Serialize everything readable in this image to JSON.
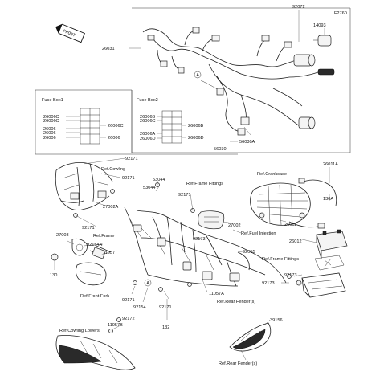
{
  "labels": {
    "p92072": "92072",
    "f2760": "F2760",
    "p14093": "14093",
    "p26031": "26031",
    "front": "FRONT",
    "fuse_box_1": "Fuse Box1",
    "fuse_box_2": "Fuse Box2",
    "fb1_26006c_a": "26006C",
    "fb1_26006c_b": "26006C",
    "fb1_26006_a": "26006",
    "fb1_26006c_c": "26006C",
    "fb1_26006_b": "26006",
    "fb1_26006_c": "26006",
    "fb2_26006b_a": "26006B",
    "fb2_26006c": "26006C",
    "fb2_26006b_b": "26006B",
    "fb2_26006a": "26006A",
    "fb2_26006d_a": "26006D",
    "fb2_26006d_b": "26006D",
    "p56030a": "56030A",
    "p56030": "56030",
    "p92171_a": "92171",
    "ref_cowling": "Ref.Cowling",
    "p92171_b": "92171",
    "p53044_a": "53044",
    "p53044_b": "53044",
    "ref_frame_fittings_1": "Ref.Frame Fittings",
    "ref_crankcase": "Ref.Crankcase",
    "p26011a": "26011A",
    "p27002a": "27002A",
    "p92171_c": "92171",
    "p130a": "130A",
    "p92171_d": "92171",
    "p27002": "27002",
    "ref_fuel_injection": "Ref.Fuel Injection",
    "p26011": "26011",
    "ref_frame": "Ref.Frame",
    "p27003": "27003",
    "p92154a": "92154A",
    "p92173_a": "92173",
    "p26012": "26012",
    "p11057": "11057",
    "p92055": "92055",
    "ref_frame_fittings_2": "Ref.Frame Fittings",
    "p130": "130",
    "p92173_b": "92173",
    "ref_front_fork": "Ref.Front Fork",
    "p92173_c": "92173",
    "p92171_e": "92171",
    "p92154": "92154",
    "p92171_f": "92171",
    "p11057a": "11057A",
    "ref_rear_fender_1": "Ref.Rear Fender(s)",
    "p132": "132",
    "p92172": "92172",
    "p39156": "39156",
    "ref_cowling_lowers": "Ref.Cowling Lowers",
    "p11057b": "11057B",
    "ref_rear_fender_2": "Ref.Rear Fender(s)",
    "callout_a_1": "A",
    "callout_a_2": "A"
  },
  "icons": {
    "front_arrow": "front-arrow-icon",
    "callout": "callout-circle-icon"
  }
}
